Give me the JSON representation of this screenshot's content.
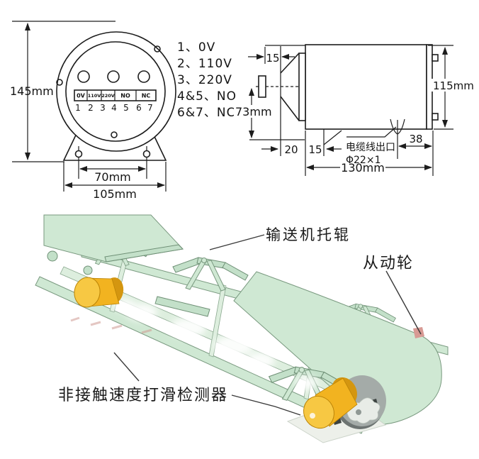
{
  "front_view": {
    "dim_height": "145mm",
    "dim_hole_spacing": "70mm",
    "dim_base_width": "105mm",
    "terminals": [
      "0V",
      "110V",
      "220V",
      "NO",
      "NC"
    ],
    "terminal_numbers": [
      "1",
      "2",
      "3",
      "4",
      "5",
      "6",
      "7"
    ]
  },
  "terminal_legend": {
    "items": [
      "1、0V",
      "2、110V",
      "3、220V",
      "4&5、NO",
      "6&7、NC"
    ]
  },
  "side_view": {
    "dim_probe_gap": "15",
    "dim_axis_height": "73mm",
    "dim_cone_depth": "20",
    "dim_edge_offset": "15",
    "dim_cable_to_end": "38",
    "dim_body_length": "130mm",
    "dim_body_diameter": "115mm",
    "cable_label_line1": "电缆线出口",
    "cable_label_line2": "Φ22×1"
  },
  "illustration": {
    "label_idler": "输送机托辊",
    "label_driven_pulley": "从动轮",
    "label_detector": "非接触速度打滑检测器",
    "colors": {
      "belt_green": "#cfe8d3",
      "belt_green_dark": "#c3e0c9",
      "sensor_yellow": "#f2b320",
      "sensor_yellow_light": "#f7c843",
      "pulley_gray": "#a4aba8",
      "line_black": "#1d1d1d"
    }
  }
}
